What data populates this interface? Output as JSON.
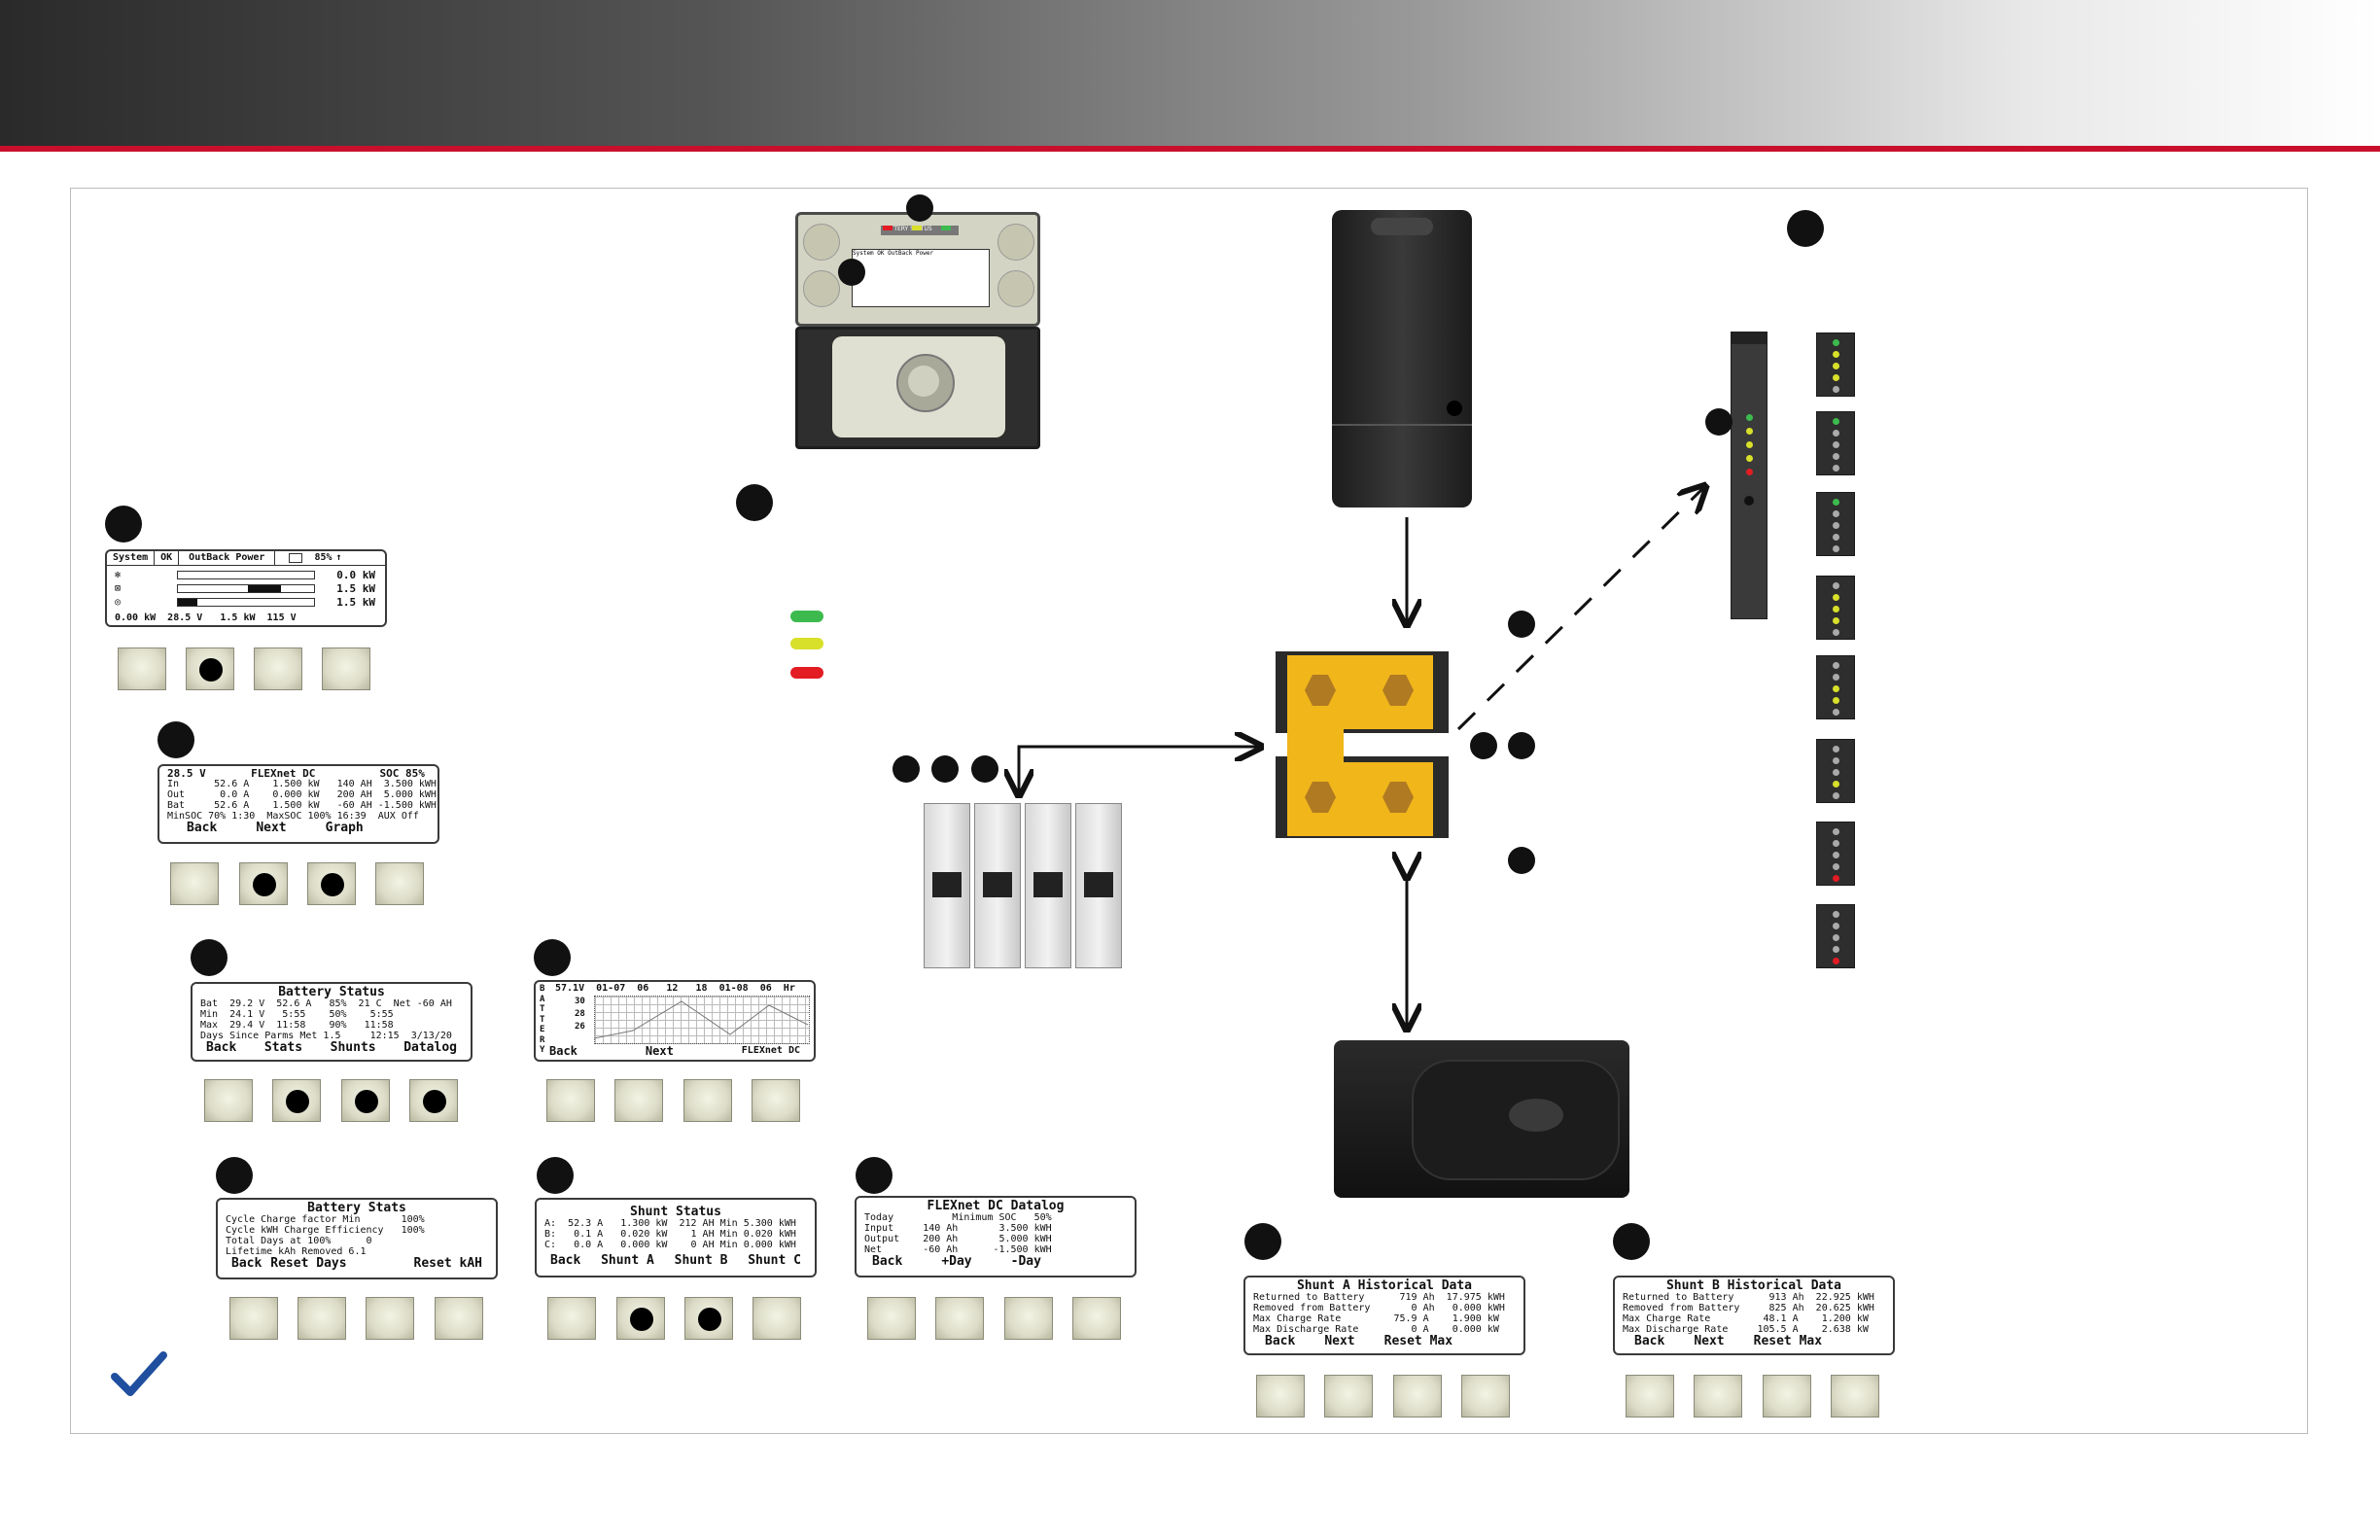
{
  "colors": {
    "accent_red": "#c8102e",
    "led_green": "#3dba4e",
    "led_yellow": "#d8e02a",
    "led_red": "#e31b23"
  },
  "screen_system": {
    "header": [
      "System",
      "OK",
      "OutBack Power",
      "85%"
    ],
    "lines": [
      "0.0 kW",
      "1.5 kW",
      "1.5 kW"
    ],
    "footer": "0.00 kW  28.5 V   1.5 kW  115 V"
  },
  "screen_flexnet": {
    "title": "28.5 V       FLEXnet DC          SOC 85%",
    "rows": [
      "In      52.6 A    1.500 kW   140 AH  3.500 kWH",
      "Out      0.0 A    0.000 kW   200 AH  5.000 kWH",
      "Bat     52.6 A    1.500 kW   -60 AH -1.500 kWH",
      "MinSOC 70% 1:30  MaxSOC 100% 16:39  AUX Off"
    ],
    "softkeys": [
      "Back",
      "Next",
      "Graph"
    ]
  },
  "screen_battery_status": {
    "title": "Battery Status",
    "rows": [
      "Bat  29.2 V  52.6 A   85%  21 C  Net -60 AH",
      "Min  24.1 V   5:55    50%    5:55",
      "Max  29.4 V  11:58    90%   11:58",
      "Days Since Parms Met 1.5     12:15  3/13/20"
    ],
    "softkeys": [
      "Back",
      "Stats",
      "Shunts",
      "Datalog"
    ]
  },
  "screen_graph": {
    "side_letters": [
      "B",
      "A",
      "T",
      "T",
      "E",
      "R",
      "Y"
    ],
    "top_row": "57.1V  01-07  06   12   18  01-08  06  Hr",
    "y_ticks": [
      "30",
      "28",
      "26"
    ],
    "softkeys": [
      "Back",
      "Next",
      "FLEXnet DC"
    ]
  },
  "screen_battery_stats": {
    "title": "Battery Stats",
    "rows": [
      "Cycle Charge factor Min       100%",
      "Cycle kWH Charge Efficiency   100%",
      "Total Days at 100%      0",
      "Lifetime kAh Removed 6.1"
    ],
    "softkeys": [
      "Back",
      "Reset Days",
      "Reset kAH"
    ]
  },
  "screen_shunt_status": {
    "title": "Shunt Status",
    "rows": [
      "A:  52.3 A   1.300 kW  212 AH Min 5.300 kWH",
      "B:   0.1 A   0.020 kW    1 AH Min 0.020 kWH",
      "C:   0.0 A   0.000 kW    0 AH Min 0.000 kWH"
    ],
    "softkeys": [
      "Back",
      "Shunt A",
      "Shunt B",
      "Shunt C"
    ]
  },
  "screen_datalog": {
    "title": "FLEXnet DC Datalog",
    "rows": [
      "Today          Minimum SOC   50%",
      "Input     140 Ah       3.500 kWH",
      "Output    200 Ah       5.000 kWH",
      "Net       -60 Ah      -1.500 kWH"
    ],
    "softkeys": [
      "Back",
      "+Day",
      "-Day"
    ]
  },
  "screen_shunt_a": {
    "title": "Shunt A Historical Data",
    "rows": [
      "Returned to Battery      719 Ah  17.975 kWH",
      "Removed from Battery       0 Ah   0.000 kWH",
      "Max Charge Rate         75.9 A    1.900 kW",
      "Max Discharge Rate         0 A    0.000 kW"
    ],
    "softkeys": [
      "Back",
      "Next",
      "Reset Max"
    ]
  },
  "screen_shunt_b": {
    "title": "Shunt B Historical Data",
    "rows": [
      "Returned to Battery      913 Ah  22.925 kWH",
      "Removed from Battery     825 Ah  20.625 kWH",
      "Max Charge Rate         48.1 A    1.200 kW",
      "Max Discharge Rate     105.5 A    2.638 kW"
    ],
    "softkeys": [
      "Back",
      "Next",
      "Reset Max"
    ]
  },
  "mate_display": {
    "header": "System OK OutBack Power",
    "label": "BATTERY STATUS"
  }
}
